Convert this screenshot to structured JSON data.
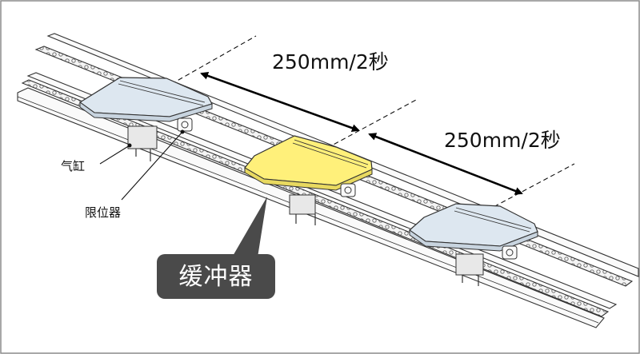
{
  "dimensions": {
    "first_spacing": "250mm/2秒",
    "second_spacing": "250mm/2秒"
  },
  "callouts": {
    "cylinder": "气缸",
    "stopper": "限位器",
    "buffer": "缓冲器"
  },
  "colors": {
    "carrier_blue": "#dde7f0",
    "carrier_yellow": "#fff07a",
    "rail_fill": "#fafafa",
    "badge_bg": "#4a4a4a",
    "line": "#333333"
  }
}
